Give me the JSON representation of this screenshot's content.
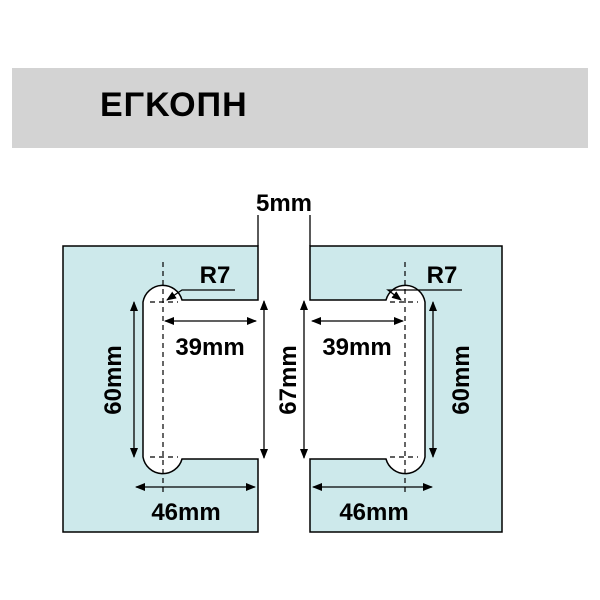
{
  "header": {
    "title": "ΕΓΚΟΠΗ"
  },
  "dimensions": {
    "gap": "5mm",
    "radius_left": "R7",
    "radius_right": "R7",
    "depth_left": "39mm",
    "depth_right": "39mm",
    "slot_left": "60mm",
    "slot_right": "60mm",
    "cutout_height": "67mm",
    "width_left": "46mm",
    "width_right": "46mm"
  },
  "colors": {
    "glass": "#cde9eb",
    "header_bg": "#d3d3d3"
  }
}
